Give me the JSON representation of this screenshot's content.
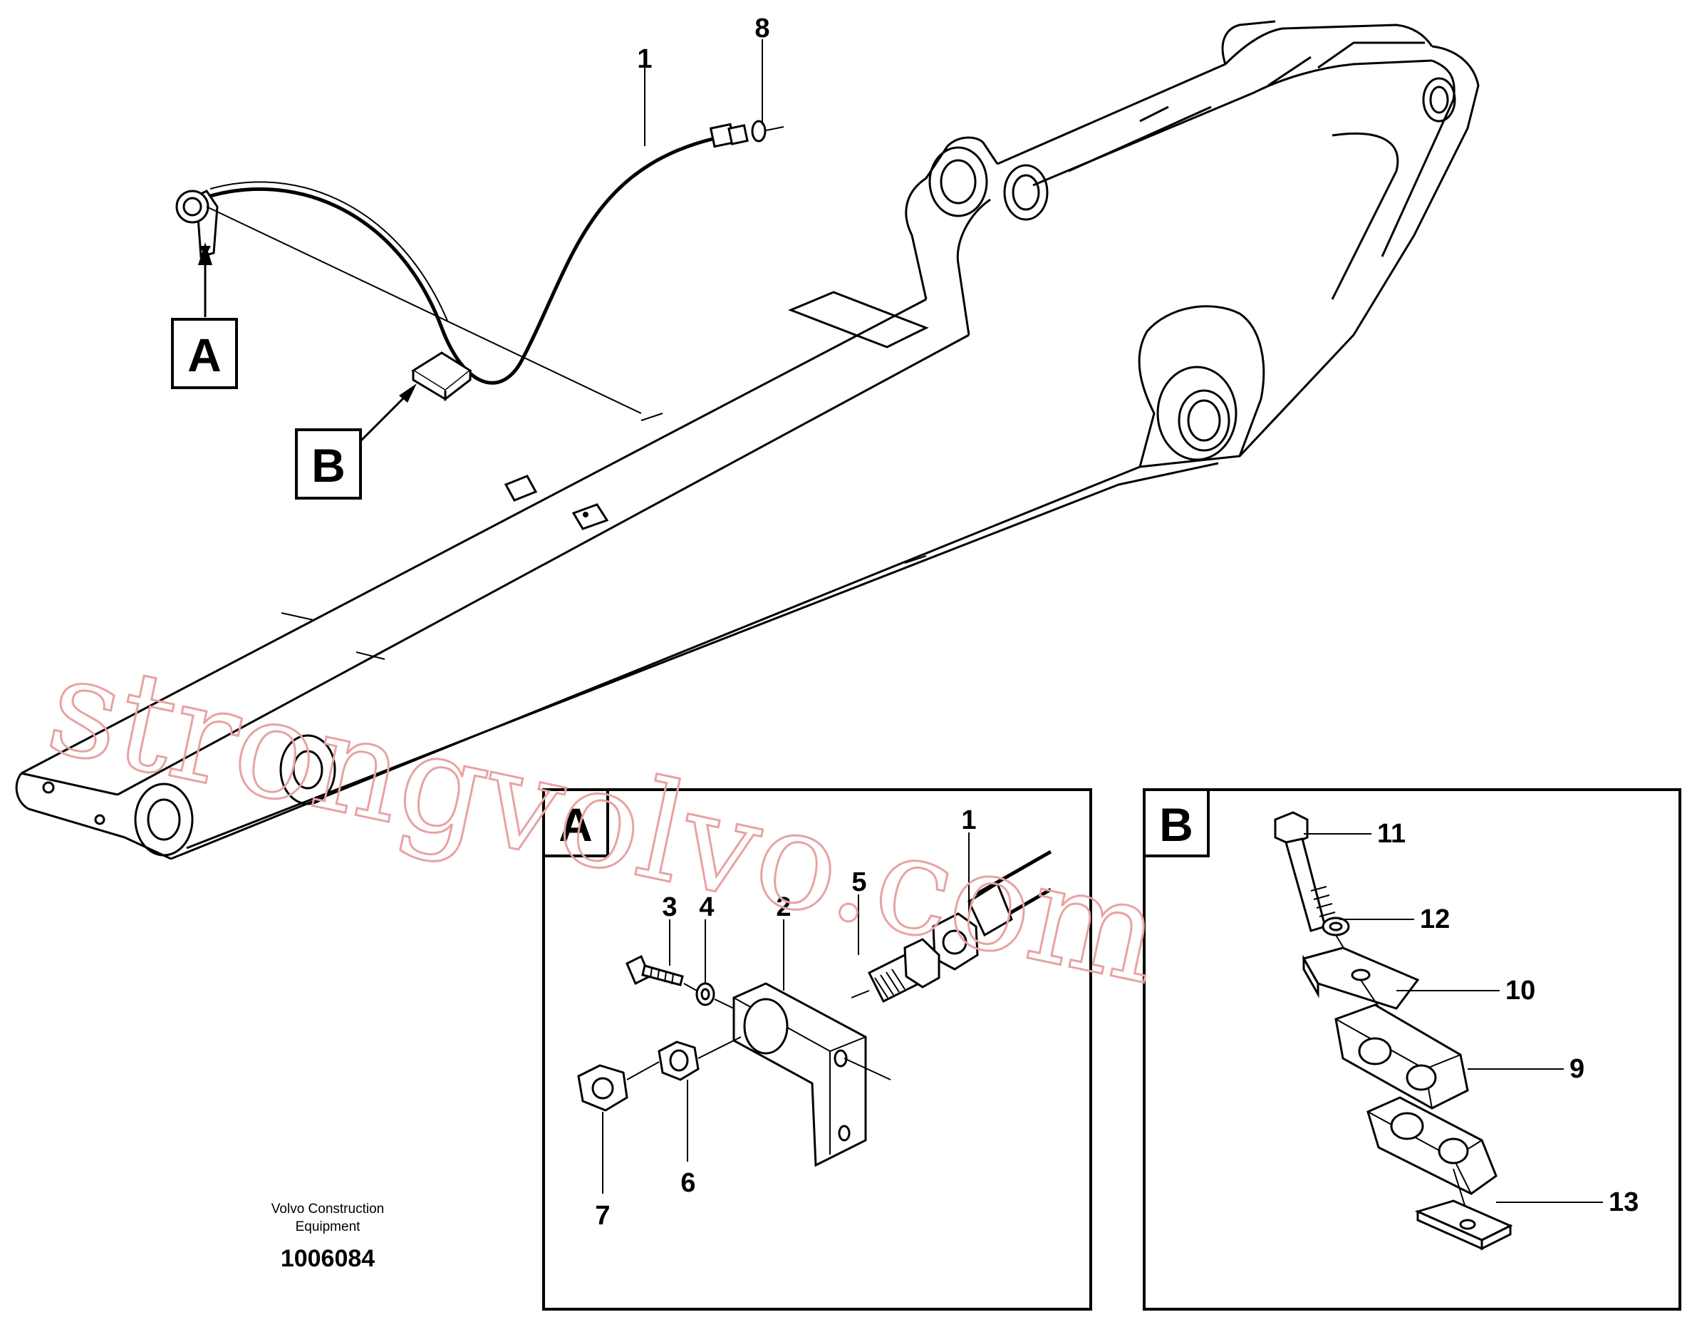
{
  "callouts": {
    "main": [
      {
        "id": "main-1",
        "text": "1"
      },
      {
        "id": "main-8",
        "text": "8"
      }
    ],
    "detail_a": [
      {
        "id": "a-1",
        "text": "1"
      },
      {
        "id": "a-2",
        "text": "2"
      },
      {
        "id": "a-3",
        "text": "3"
      },
      {
        "id": "a-4",
        "text": "4"
      },
      {
        "id": "a-5",
        "text": "5"
      },
      {
        "id": "a-6",
        "text": "6"
      },
      {
        "id": "a-7",
        "text": "7"
      }
    ],
    "detail_b": [
      {
        "id": "b-9",
        "text": "9"
      },
      {
        "id": "b-10",
        "text": "10"
      },
      {
        "id": "b-11",
        "text": "11"
      },
      {
        "id": "b-12",
        "text": "12"
      },
      {
        "id": "b-13",
        "text": "13"
      }
    ]
  },
  "view_markers": {
    "a": "A",
    "b": "B"
  },
  "detail_panels": {
    "a": "A",
    "b": "B"
  },
  "caption": {
    "line1": "Volvo Construction",
    "line2": "Equipment",
    "doc_number": "1006084"
  },
  "watermark": "strongvolvo.com",
  "colors": {
    "line": "#000000",
    "background": "#ffffff",
    "watermark": "#e8a2a2"
  }
}
